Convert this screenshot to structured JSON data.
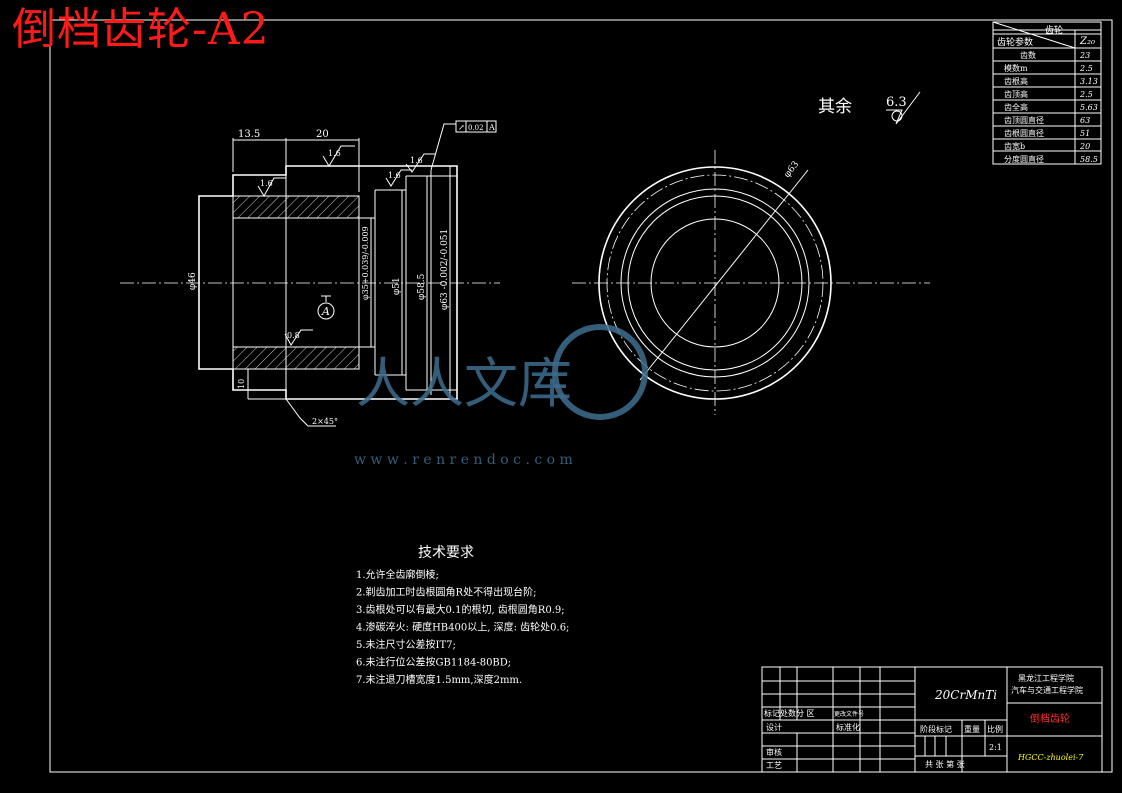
{
  "title_overlay": "倒档齿轮-A2",
  "gear_params": {
    "header_right": "齿轮",
    "header_left": "齿轮参数",
    "header_value": "Z₂₀",
    "rows": [
      {
        "label": "齿数",
        "value": "23"
      },
      {
        "label": "模数m",
        "value": "2.5"
      },
      {
        "label": "齿根高",
        "value": "3.13"
      },
      {
        "label": "齿顶高",
        "value": "2.5"
      },
      {
        "label": "齿全高",
        "value": "5.63"
      },
      {
        "label": "齿顶圆直径",
        "value": "63"
      },
      {
        "label": "齿根圆直径",
        "value": "51"
      },
      {
        "label": "齿宽b",
        "value": "20"
      },
      {
        "label": "分度圆直径",
        "value": "58.5"
      }
    ]
  },
  "roughness_note": {
    "label": "其余",
    "value": "6.3"
  },
  "section_view": {
    "dim_top_left": "13.5",
    "dim_top_right": "20",
    "tolerance_frame": {
      "symbol": "↗",
      "value": "0.02",
      "datum": "A"
    },
    "roughness_marks": [
      "1.6",
      "1.6",
      "1.6",
      "1.6",
      "0.8"
    ],
    "dia_46": "φ46",
    "dia_bore": "φ35+0.039/-0.009",
    "dia_51": "φ51",
    "dia_585": "φ58.5",
    "dia_63": "φ63 -0.002/-0.051",
    "datum_label": "A",
    "dim_10": "10",
    "chamfer": "2×45°"
  },
  "end_view": {
    "dia_label": "φ63"
  },
  "watermark": {
    "glyphs": "人人文库",
    "url": "w w w . r e n r e n d o c . c o m"
  },
  "tech_requirements": {
    "title": "技术要求",
    "items": [
      "1.允许全齿廓倒棱;",
      "2.剃齿加工时齿根圆角R处不得出现台阶;",
      "3.齿根处可以有最大0.1的根切, 齿根圆角R0.9;",
      "4.渗碳淬火: 硬度HB400以上, 深度: 齿轮处0.6;",
      "5.未注尺寸公差按IT7;",
      "6.未注行位公差按GB1184-80BD;",
      "7.未注退刀槽宽度1.5mm,深度2mm."
    ]
  },
  "title_block": {
    "material": "20CrMnTi",
    "school_line1": "黑龙江工程学院",
    "school_line2": "汽车与交通工程学院",
    "part_name": "倒档齿轮",
    "drawing_no": "HGCC-zhuolei-7",
    "scale": "2:1",
    "labels": {
      "revision": "标记处数分 区",
      "change": "更改文件号",
      "design": "设计",
      "standard": "标准化",
      "stage": "阶段标记",
      "weight": "重量",
      "ratio": "比例",
      "review": "审核",
      "process": "工艺",
      "sheets": "共 张  第 张"
    }
  }
}
